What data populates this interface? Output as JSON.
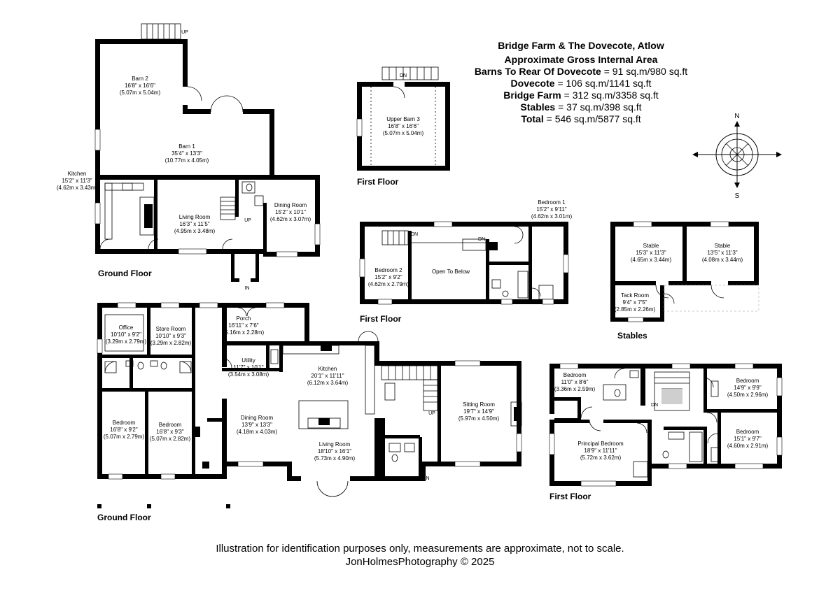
{
  "header": {
    "title": "Bridge Farm & The Dovecote, Atlow",
    "subtitle": "Approximate Gross Internal Area",
    "areas": [
      {
        "label": "Barns To Rear Of Dovecote",
        "value": " = 91 sq.m/980 sq.ft"
      },
      {
        "label": "Dovecote",
        "value": " = 106 sq.m/1141 sq.ft"
      },
      {
        "label": "Bridge Farm",
        "value": " = 312 sq.m/3358 sq.ft"
      },
      {
        "label": "Stables",
        "value": " = 37 sq.m/398 sq.ft"
      },
      {
        "label": "Total",
        "value": " = 546 sq.m/5877 sq.ft"
      }
    ]
  },
  "compass": {
    "north": "N",
    "south": "S"
  },
  "floor_labels": {
    "dovecote_ground": "Ground Floor",
    "upper_barn": "First Floor",
    "dovecote_first": "First Floor",
    "stables": "Stables",
    "farm_ground": "Ground Floor",
    "farm_first": "First Floor"
  },
  "marks": {
    "up": "UP",
    "dn": "DN",
    "in": "IN"
  },
  "rooms": {
    "barn2": {
      "name": "Barn 2",
      "imp": "16'8\" x 16'6\"",
      "met": "(5.07m x 5.04m)"
    },
    "barn1": {
      "name": "Barn 1",
      "imp": "35'4\" x 13'3\"",
      "met": "(10.77m x 4.05m)"
    },
    "dc_kitchen": {
      "name": "Kitchen",
      "imp": "15'2\" x 11'3\"",
      "met": "(4.62m x 3.43m)"
    },
    "dc_living": {
      "name": "Living Room",
      "imp": "16'3\" x 11'5\"",
      "met": "(4.95m x 3.48m)"
    },
    "dc_dining": {
      "name": "Dining Room",
      "imp": "15'2\" x 10'1\"",
      "met": "(4.62m x 3.07m)"
    },
    "upper_barn3": {
      "name": "Upper Barn 3",
      "imp": "16'8\" x 16'6\"",
      "met": "(5.07m x 5.04m)"
    },
    "dc_bed1": {
      "name": "Bedroom 1",
      "imp": "15'2\" x 9'11\"",
      "met": "(4.62m x 3.01m)"
    },
    "dc_bed2": {
      "name": "Bedroom 2",
      "imp": "15'2\" x 9'2\"",
      "met": "(4.62m x 2.79m)"
    },
    "open_below": {
      "name": "Open To Below"
    },
    "stable_a": {
      "name": "Stable",
      "imp": "15'3\" x 11'3\"",
      "met": "(4.65m x 3.44m)"
    },
    "stable_b": {
      "name": "Stable",
      "imp": "13'5\" x 11'3\"",
      "met": "(4.08m x 3.44m)"
    },
    "tack": {
      "name": "Tack Room",
      "imp": "9'4\" x 7'5\"",
      "met": "(2.85m x 2.26m)"
    },
    "office": {
      "name": "Office",
      "imp": "10'10\" x 9'2\"",
      "met": "(3.29m x 2.79m)"
    },
    "store": {
      "name": "Store Room",
      "imp": "10'10\" x 9'3\"",
      "met": "(3.29m x 2.82m)"
    },
    "porch": {
      "name": "Porch",
      "imp": "16'11\" x 7'6\"",
      "met": "(5.16m x 2.28m)"
    },
    "utility": {
      "name": "Utility",
      "imp": "11'7\" x 10'1\"",
      "met": "(3.54m x 3.08m)"
    },
    "kitchen": {
      "name": "Kitchen",
      "imp": "20'1\" x 11'11\"",
      "met": "(6.12m x 3.64m)"
    },
    "bed_a": {
      "name": "Bedroom",
      "imp": "16'8\" x 9'2\"",
      "met": "(5.07m x 2.79m)"
    },
    "bed_b": {
      "name": "Bedroom",
      "imp": "16'8\" x 9'3\"",
      "met": "(5.07m x 2.82m)"
    },
    "dining": {
      "name": "Dining Room",
      "imp": "13'9\" x 13'3\"",
      "met": "(4.18m x 4.03m)"
    },
    "living": {
      "name": "Living Room",
      "imp": "18'10\" x 16'1\"",
      "met": "(5.73m x 4.90m)"
    },
    "sitting": {
      "name": "Sitting Room",
      "imp": "19'7\" x 14'9\"",
      "met": "(5.97m x 4.50m)"
    },
    "f_bed_small": {
      "name": "Bedroom",
      "imp": "11'0\" x 8'6\"",
      "met": "(3.36m x 2.59m)"
    },
    "f_bed_ne": {
      "name": "Bedroom",
      "imp": "14'9\" x 9'9\"",
      "met": "(4.50m x 2.96m)"
    },
    "f_bed_e": {
      "name": "Bedroom",
      "imp": "15'1\" x 9'7\"",
      "met": "(4.60m x 2.91m)"
    },
    "principal": {
      "name": "Principal Bedroom",
      "imp": "18'9\" x 11'11\"",
      "met": "(5.72m x 3.62m)"
    }
  },
  "footer": {
    "disclaimer": "Illustration for identification purposes only, measurements are approximate, not to scale.",
    "credit": "JonHolmesPhotography © 2025"
  }
}
